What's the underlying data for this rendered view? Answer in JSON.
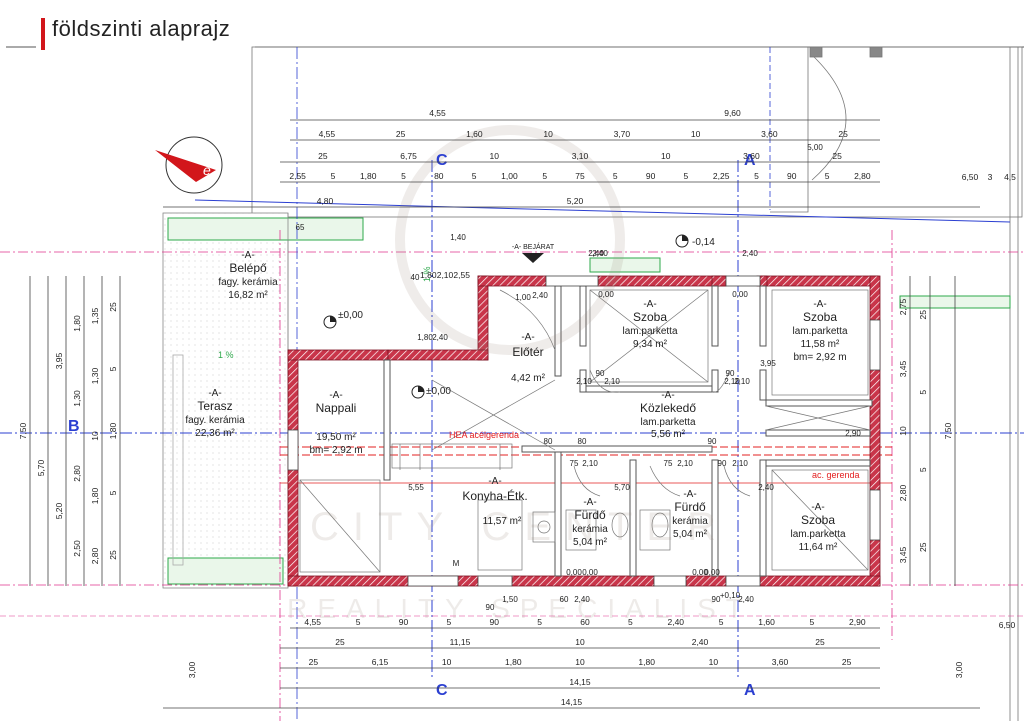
{
  "title": "földszinti alaprajz",
  "watermark": {
    "line1": "CITY CENTER",
    "line2": "REALITY SPECIALIST"
  },
  "colors": {
    "wall_fill": "#c9354a",
    "wall_hatch": "#ffffff",
    "dim_line": "#333333",
    "section_line": "#2b3fd1",
    "grid_pink": "#e0358f",
    "beam": "#e32020",
    "green": "#2ea84b"
  },
  "rooms": [
    {
      "id": "belepo",
      "tag": "-A-",
      "name": "Belépő",
      "material": "fagy. kerámia",
      "area": "16,82 m²"
    },
    {
      "id": "terasz",
      "tag": "-A-",
      "name": "Terasz",
      "material": "fagy. kerámia",
      "area": "22,36 m²"
    },
    {
      "id": "nappali",
      "tag": "-A-",
      "name": "Nappali",
      "material": "",
      "area": "19,50 m²",
      "height": "bm= 2,92 m"
    },
    {
      "id": "eloter",
      "tag": "-A-",
      "name": "Előtér",
      "material": "",
      "area": "4,42 m²"
    },
    {
      "id": "szoba1",
      "tag": "-A-",
      "name": "Szoba",
      "material": "lam.parketta",
      "area": "9,34 m²"
    },
    {
      "id": "szoba2",
      "tag": "-A-",
      "name": "Szoba",
      "material": "lam.parketta",
      "area": "11,58 m²",
      "height": "bm= 2,92 m"
    },
    {
      "id": "kozlekedo",
      "tag": "-A-",
      "name": "Közlekedő",
      "material": "lam.parketta",
      "area": "5,56 m²"
    },
    {
      "id": "konyha",
      "tag": "-A-",
      "name": "Konyha-Étk.",
      "material": "",
      "area": "11,57 m²"
    },
    {
      "id": "furdo1",
      "tag": "-A-",
      "name": "Fürdő",
      "material": "kerámia",
      "area": "5,04 m²"
    },
    {
      "id": "furdo2",
      "tag": "-A-",
      "name": "Fürdő",
      "material": "kerámia",
      "area": "5,04 m²"
    },
    {
      "id": "szoba3",
      "tag": "-A-",
      "name": "Szoba",
      "material": "lam.parketta",
      "area": "11,64 m²"
    }
  ],
  "annotations": {
    "entrance": "-A- BEJÁRAT",
    "level_minus": "-0,14",
    "level_zero_1": "±0,00",
    "level_zero_2": "±0,00",
    "beam_hea": "HEA acélgerenda",
    "beam_ac": "ac. gerenda",
    "slope_1": "1 %",
    "slope_2": "1 %",
    "section_c": "C",
    "section_a": "A",
    "axis_b": "B",
    "north": "é"
  },
  "top_dims": {
    "row1": [
      "4,55",
      "9,60"
    ],
    "row2": [
      "4,55",
      "25",
      "1,60",
      "10",
      "3,70",
      "10",
      "3,60",
      "25"
    ],
    "row3": [
      "25",
      "6,75",
      "10",
      "3,10",
      "10",
      "3,60",
      "25"
    ],
    "row4": [
      "2,55",
      "5",
      "1,80",
      "5",
      "80",
      "5",
      "1,00",
      "5",
      "75",
      "5",
      "90",
      "5",
      "2,25",
      "5",
      "90",
      "5",
      "2,80"
    ],
    "row5": [
      "4,80",
      "5,20"
    ],
    "right_top": [
      "6,50",
      "3",
      "4,5"
    ]
  },
  "bottom_dims": {
    "row1": [
      "4,55",
      "5",
      "90",
      "5",
      "90",
      "5",
      "60",
      "5",
      "2,40",
      "5",
      "1,60",
      "5",
      "2,90"
    ],
    "row2": [
      "25",
      "11,15",
      "10",
      "2,40",
      "25"
    ],
    "row3": [
      "25",
      "6,15",
      "10",
      "1,80",
      "10",
      "1,80",
      "10",
      "3,60",
      "25"
    ],
    "row4": [
      "14,15"
    ],
    "row5": [
      "14,15"
    ],
    "right": "6,50",
    "left_vert": "3,00",
    "right_vert": "3,00"
  },
  "left_dims": {
    "outer": [
      "7,50"
    ],
    "col2": [
      "5,70"
    ],
    "col3": [
      "3,95",
      "5,20"
    ],
    "col4": [
      "1,80",
      "1,30",
      "2,80",
      "2,50"
    ],
    "col5": [
      "1,35",
      "1,30",
      "10",
      "1,80",
      "2,80"
    ],
    "col6": [
      "25",
      "5",
      "1,80",
      "5",
      "25"
    ],
    "small": [
      "1,80",
      "2,10",
      "2,55"
    ]
  },
  "right_dims": {
    "inner": [
      "2,75",
      "3,45",
      "10",
      "2,80",
      "3,45"
    ],
    "outer": [
      "7,50"
    ],
    "small": [
      "25",
      "5",
      "5",
      "25"
    ]
  },
  "interior_labels": {
    "openings": [
      "2,40",
      "1,00",
      "2,40",
      "0,00",
      "0,00",
      "2,40",
      "2,40",
      "1,80",
      "2,40",
      "90",
      "2,10",
      "90",
      "2,10",
      "75",
      "2,10",
      "75",
      "2,10",
      "90",
      "2,10",
      "5,55",
      "5,70",
      "2,40",
      "3,95",
      "2,10",
      "2,10",
      "0,00",
      "0,00",
      "0,00",
      "0,00",
      "90",
      "1,50",
      "60",
      "2,40",
      "90",
      "+0,10",
      "2,40",
      "40",
      "65",
      "1,40",
      "5,00",
      "2,90",
      "80",
      "80",
      "90",
      "M"
    ]
  }
}
